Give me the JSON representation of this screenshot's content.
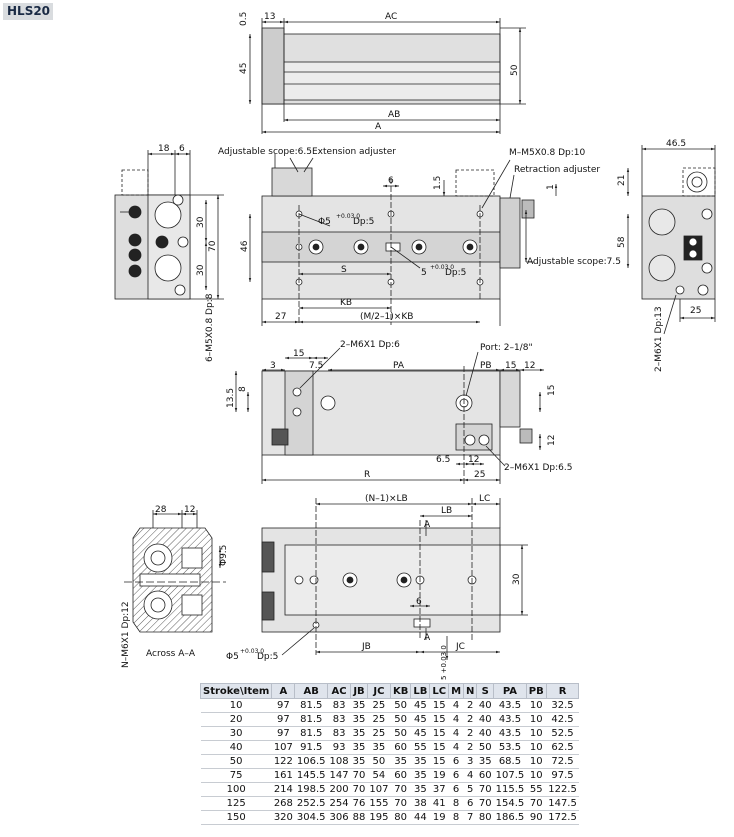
{
  "model": "HLS20",
  "views": {
    "top": {
      "dims": {
        "d0_5": "0.5",
        "d13": "13",
        "ac": "AC",
        "d45": "45",
        "d50": "50",
        "ab": "AB",
        "a": "A"
      }
    },
    "left": {
      "dims": {
        "d18": "18",
        "d6": "6",
        "d30a": "30",
        "d70": "70",
        "d30b": "30",
        "tapped": "6–M5X0.8 Dp:8"
      }
    },
    "front": {
      "labels": {
        "adj_scope_ext": "Adjustable scope:6.5",
        "ext_adjuster": "Extension adjuster",
        "m_tap": "M–M5X0.8 Dp:10",
        "retraction_adjuster": "Retraction adjuster",
        "adj_scope_ret": "Adjustable scope:7.5",
        "phi5_top": "Φ5",
        "tol_top": "+0.03 0",
        "dp5_top": "Dp:5",
        "tol_mid": "5",
        "tol_mid2": "+0.03 0",
        "dp5_mid": "Dp:5"
      },
      "dims": {
        "d6": "6",
        "d1_5": "1.5",
        "d1": "1",
        "d46": "46",
        "s": "S",
        "kb": "KB",
        "d27": "27",
        "mkb": "(M/2–1)×KB"
      }
    },
    "right": {
      "dims": {
        "d46_5": "46.5",
        "d21": "21",
        "d58": "58",
        "d25": "25",
        "tapped": "2–M6X1 Dp:13"
      }
    },
    "bottom": {
      "labels": {
        "m6_top": "2–M6X1 Dp:6",
        "port": "Port: 2–1/8\"",
        "m6_bottom": "2–M6X1 Dp:6.5"
      },
      "dims": {
        "d3": "3",
        "d15a": "15",
        "d7_5": "7.5",
        "pa": "PA",
        "pb": "PB",
        "d15b": "15",
        "d12a": "12",
        "d8": "8",
        "d13_5": "13.5",
        "d15c": "15",
        "d12b": "12",
        "d6_5": "6.5",
        "d12c": "12",
        "r": "R",
        "d25": "25"
      }
    },
    "section": {
      "dims": {
        "d28": "28",
        "d12": "12",
        "phi9_5": "Φ9.5",
        "tapped": "N–M6X1 Dp:12"
      },
      "caption": "Across A–A"
    },
    "table_view": {
      "labels": {
        "nlb": "(N–1)×LB",
        "lc": "LC",
        "lb": "LB",
        "a1": "A",
        "a2": "A",
        "d6": "6",
        "d30": "30",
        "jb": "JB",
        "jc": "JC",
        "phi5": "Φ5",
        "tol": "+0.03 0",
        "dp5": "Dp:5",
        "vert": "5  +0.03 0"
      }
    }
  },
  "table": {
    "columns": [
      "Stroke\\Item",
      "A",
      "AB",
      "AC",
      "JB",
      "JC",
      "KB",
      "LB",
      "LC",
      "M",
      "N",
      "S",
      "PA",
      "PB",
      "R"
    ],
    "rows": [
      [
        "10",
        "97",
        "81.5",
        "83",
        "35",
        "25",
        "50",
        "45",
        "15",
        "4",
        "2",
        "40",
        "43.5",
        "10",
        "32.5"
      ],
      [
        "20",
        "97",
        "81.5",
        "83",
        "35",
        "25",
        "50",
        "45",
        "15",
        "4",
        "2",
        "40",
        "43.5",
        "10",
        "42.5"
      ],
      [
        "30",
        "97",
        "81.5",
        "83",
        "35",
        "25",
        "50",
        "45",
        "15",
        "4",
        "2",
        "40",
        "43.5",
        "10",
        "52.5"
      ],
      [
        "40",
        "107",
        "91.5",
        "93",
        "35",
        "35",
        "60",
        "55",
        "15",
        "4",
        "2",
        "50",
        "53.5",
        "10",
        "62.5"
      ],
      [
        "50",
        "122",
        "106.5",
        "108",
        "35",
        "50",
        "35",
        "35",
        "15",
        "6",
        "3",
        "35",
        "68.5",
        "10",
        "72.5"
      ],
      [
        "75",
        "161",
        "145.5",
        "147",
        "70",
        "54",
        "60",
        "35",
        "19",
        "6",
        "4",
        "60",
        "107.5",
        "10",
        "97.5"
      ],
      [
        "100",
        "214",
        "198.5",
        "200",
        "70",
        "107",
        "70",
        "35",
        "37",
        "6",
        "5",
        "70",
        "115.5",
        "55",
        "122.5"
      ],
      [
        "125",
        "268",
        "252.5",
        "254",
        "76",
        "155",
        "70",
        "38",
        "41",
        "8",
        "6",
        "70",
        "154.5",
        "70",
        "147.5"
      ],
      [
        "150",
        "320",
        "304.5",
        "306",
        "88",
        "195",
        "80",
        "44",
        "19",
        "8",
        "7",
        "80",
        "186.5",
        "90",
        "172.5"
      ]
    ]
  }
}
